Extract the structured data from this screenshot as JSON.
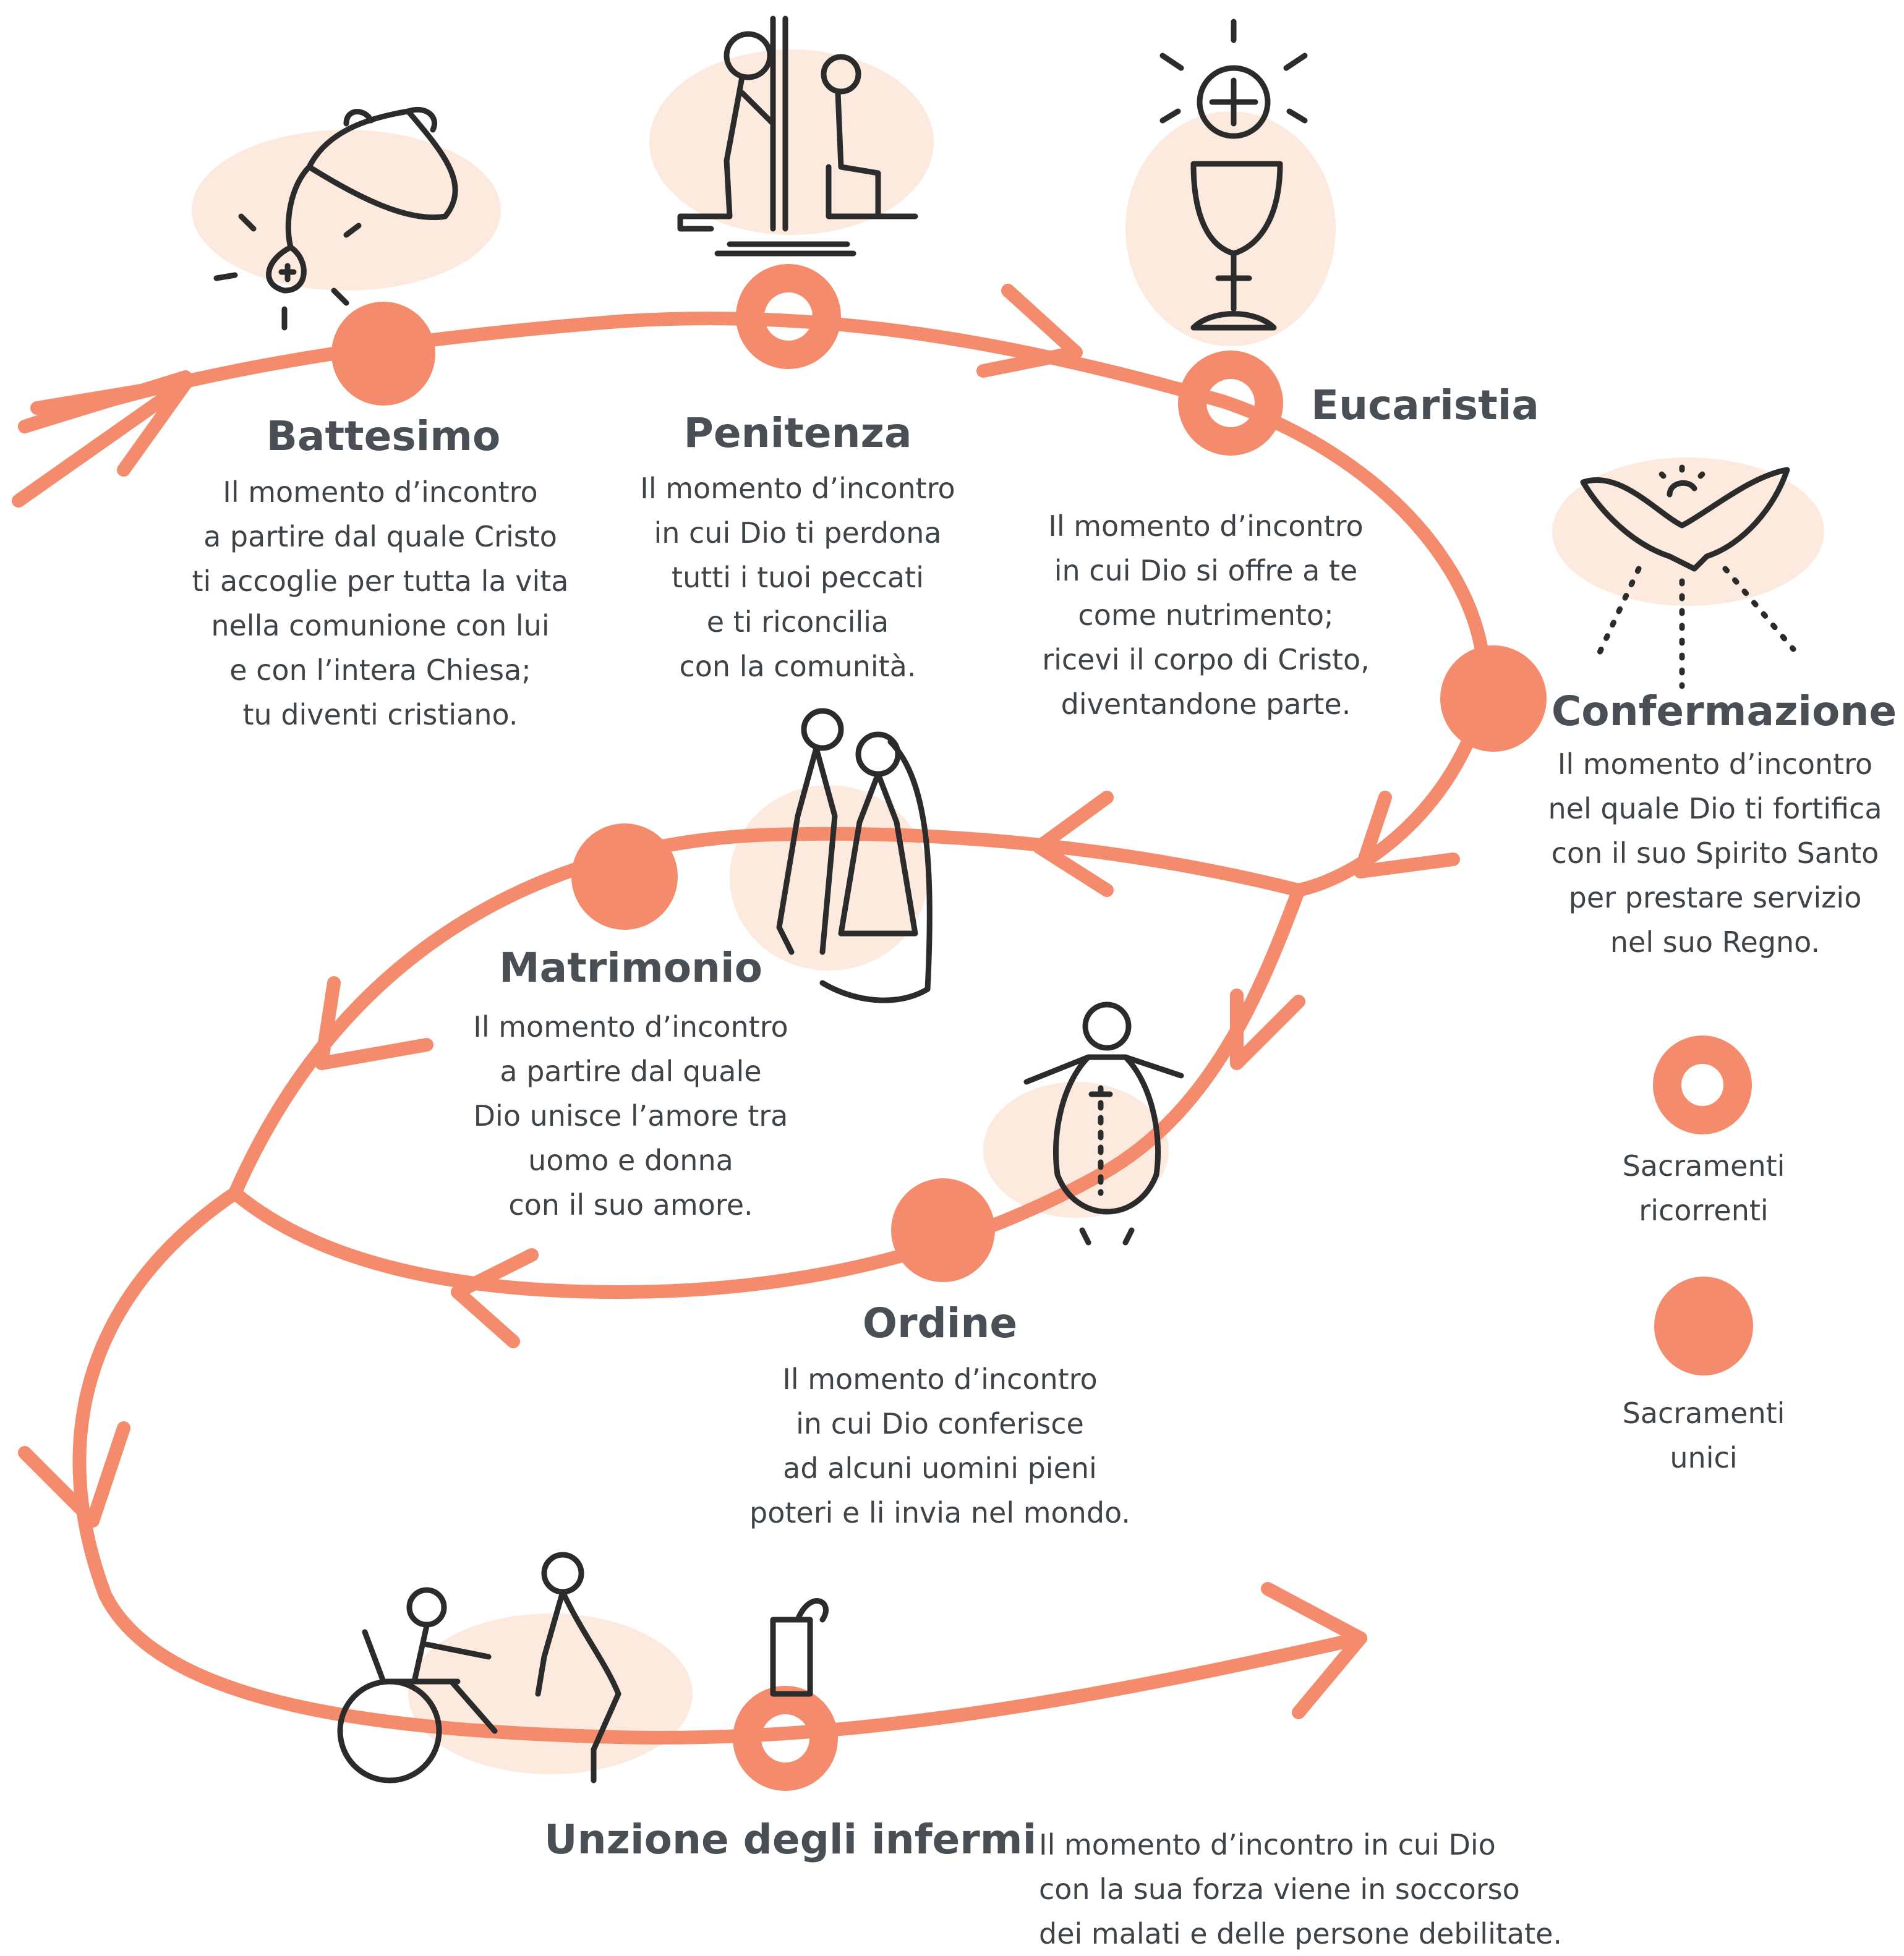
{
  "colors": {
    "path": "#f48b6c",
    "blob": "#fce6d8",
    "ink": "#2b2b2b",
    "text": "#3e4348"
  },
  "sacraments": [
    {
      "id": "battesimo",
      "title": "Battesimo",
      "type": "unico",
      "description": "Il momento d’incontro\na partire dal quale Cristo\nti accoglie per tutta la vita\nnella comunione con lui\ne con l’intera Chiesa;\ntu diventi cristiano.",
      "icon": "baptism-jug-icon"
    },
    {
      "id": "penitenza",
      "title": "Penitenza",
      "type": "ricorrente",
      "description": "Il momento d’incontro\nin cui Dio ti perdona\ntutti i tuoi peccati\ne ti riconcilia\ncon la comunità.",
      "icon": "confession-icon"
    },
    {
      "id": "eucaristia",
      "title": "Eucaristia",
      "type": "ricorrente",
      "description": "Il momento d’incontro\nin cui Dio si offre a te\ncome nutrimento;\nricevi il corpo di Cristo,\ndiventandone parte.",
      "icon": "chalice-host-icon"
    },
    {
      "id": "confermazione",
      "title": "Confermazione",
      "type": "unico",
      "description": "Il momento d’incontro\nnel quale Dio ti fortifica\ncon il suo Spirito Santo\nper prestare servizio\nnel suo Regno.",
      "icon": "dove-icon"
    },
    {
      "id": "matrimonio",
      "title": "Matrimonio",
      "type": "unico",
      "description": "Il momento d’incontro\na partire dal quale\nDio unisce l’amore tra\nuomo e donna\ncon il suo amore.",
      "icon": "wedding-couple-icon"
    },
    {
      "id": "ordine",
      "title": "Ordine",
      "type": "unico",
      "description": "Il momento d’incontro\nin cui Dio conferisce\nad alcuni uomini pieni\npoteri e li invia nel mondo.",
      "icon": "priest-icon"
    },
    {
      "id": "unzione",
      "title": "Unzione degli infermi",
      "type": "ricorrente",
      "description": "Il momento d’incontro in cui Dio\ncon la sua forza viene in soccorso\ndei malati e delle persone debilitate.",
      "icon": "wheelchair-anointing-icon"
    }
  ],
  "legend": {
    "recurring": "Sacramenti\nricorrenti",
    "unique": "Sacramenti\nunici"
  }
}
